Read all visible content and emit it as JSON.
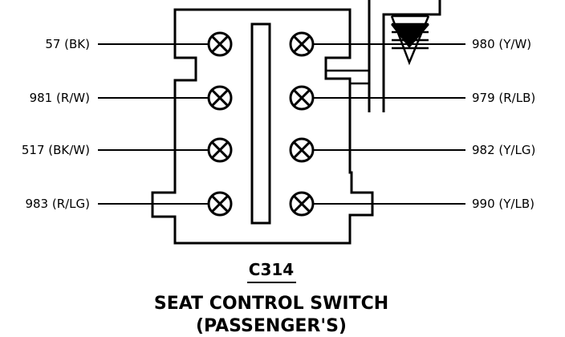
{
  "connector": {
    "code": "C314",
    "name": "SEAT CONTROL SWITCH",
    "side": "(PASSENGER'S)"
  },
  "left_pins": [
    {
      "label": "57 (BK)"
    },
    {
      "label": "981 (R/W)"
    },
    {
      "label": "517 (BK/W)"
    },
    {
      "label": "983 (R/LG)"
    }
  ],
  "right_pins": [
    {
      "label": "980 (Y/W)"
    },
    {
      "label": "979 (R/LB)"
    },
    {
      "label": "982 (Y/LG)"
    },
    {
      "label": "990 (Y/LB)"
    }
  ],
  "colors": {
    "line": "#000000",
    "background": "#ffffff"
  }
}
